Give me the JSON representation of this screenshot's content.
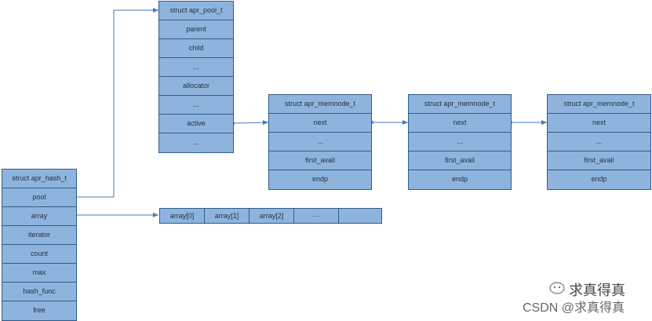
{
  "pool_struct": {
    "title": "struct apr_pool_t",
    "fields": [
      "parent",
      "child",
      "...",
      "allocator",
      "...",
      "active",
      "..."
    ]
  },
  "memnodes": [
    {
      "title": "struct apr_memnode_t",
      "fields": [
        "next",
        "...",
        "first_avail",
        "endp"
      ]
    },
    {
      "title": "struct apr_memnode_t",
      "fields": [
        "next",
        "...",
        "first_avail",
        "endp"
      ]
    },
    {
      "title": "struct apr_memnode_t",
      "fields": [
        "next",
        "...",
        "first_avail",
        "endp"
      ]
    }
  ],
  "hash_struct": {
    "title": "struct apr_hash_t",
    "fields": [
      "pool",
      "array",
      "iterator",
      "count",
      "max",
      "hash_func",
      "free"
    ]
  },
  "array": {
    "cells": [
      "array[0]",
      "array[1]",
      "array[2]",
      "···",
      ""
    ]
  },
  "watermark": {
    "top": "求真得真",
    "bottom": "CSDN @求真得真"
  },
  "colors": {
    "box_fill": "#8eb4de",
    "box_border": "#2e5c8a",
    "arrow": "#4a7ab5"
  }
}
